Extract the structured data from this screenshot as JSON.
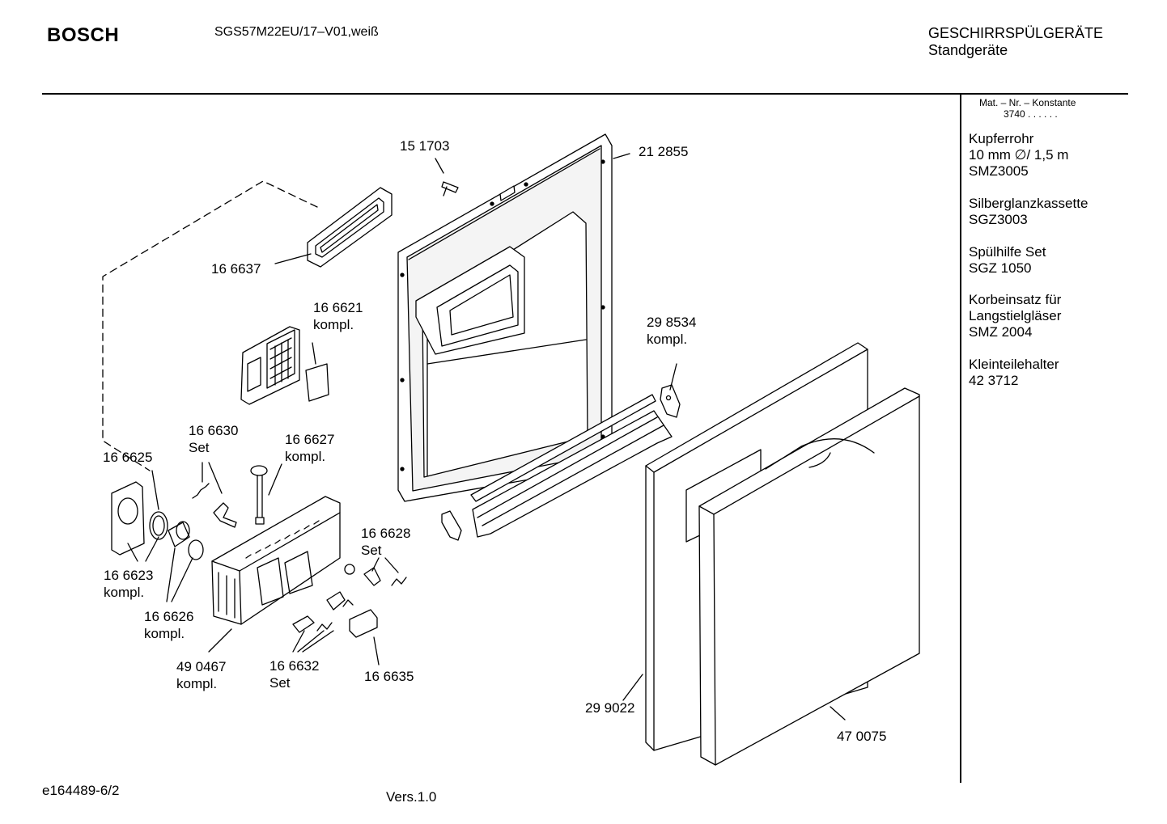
{
  "header": {
    "brand": "BOSCH",
    "model": "SGS57M22EU/17–V01,weiß",
    "category": "GESCHIRRSPÜLGERÄTE",
    "subcategory": "Standgeräte"
  },
  "sidebar": {
    "matnr_label": "Mat. – Nr. – Konstante",
    "matnr_value": "3740 . . . . . .",
    "accessories": [
      "Kupferrohr\n10 mm ∅/ 1,5 m\nSMZ3005",
      "Silberglanzkassette\nSGZ3003",
      "Spülhilfe Set\nSGZ 1050",
      "Korbeinsatz für\nLangstielgläser\nSMZ 2004",
      "Kleinteilehalter\n42 3712"
    ]
  },
  "parts": {
    "p151703": "15 1703",
    "p212855": "21 2855",
    "p166637": "16 6637",
    "p166621": "16 6621\nkompl.",
    "p298534": "29 8534\nkompl.",
    "p166630": "16 6630\nSet",
    "p166627": "16 6627\nkompl.",
    "p166625": "16 6625",
    "p166628": "16 6628\nSet",
    "p166623": "16 6623\nkompl.",
    "p166626": "16 6626\nkompl.",
    "p490467": "49 0467\nkompl.",
    "p166632": "16 6632\nSet",
    "p166635": "16 6635",
    "p299022": "29 9022",
    "p470075": "47 0075"
  },
  "footer": {
    "doc_id": "e164489-6/2",
    "version": "Vers.1.0"
  }
}
